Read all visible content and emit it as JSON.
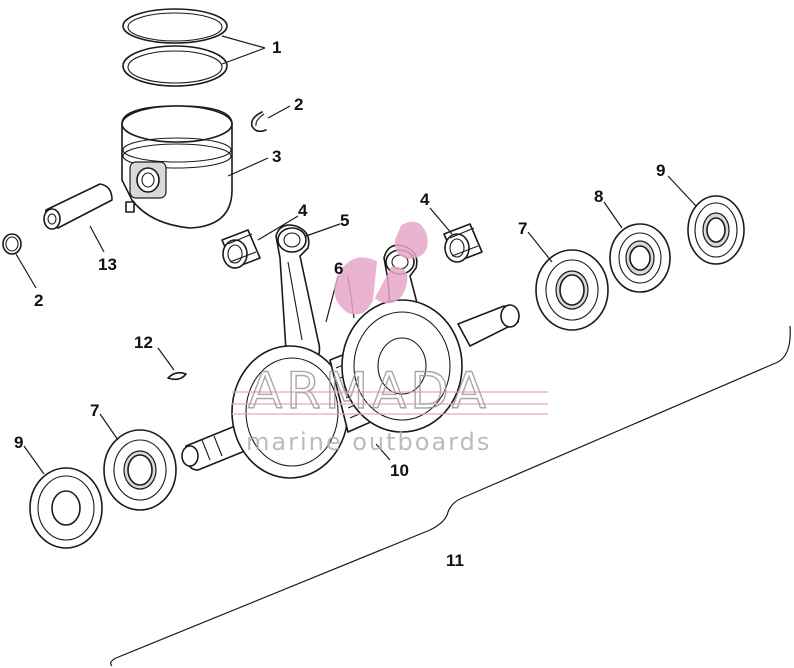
{
  "diagram": {
    "callouts": [
      {
        "id": "c1",
        "text": "1"
      },
      {
        "id": "c2a",
        "text": "2"
      },
      {
        "id": "c3",
        "text": "3"
      },
      {
        "id": "c2b",
        "text": "2"
      },
      {
        "id": "c13",
        "text": "13"
      },
      {
        "id": "c4a",
        "text": "4"
      },
      {
        "id": "c5",
        "text": "5"
      },
      {
        "id": "c4b",
        "text": "4"
      },
      {
        "id": "c6",
        "text": "6"
      },
      {
        "id": "c7a",
        "text": "7"
      },
      {
        "id": "c8",
        "text": "8"
      },
      {
        "id": "c9a",
        "text": "9"
      },
      {
        "id": "c12",
        "text": "12"
      },
      {
        "id": "c7b",
        "text": "7"
      },
      {
        "id": "c9b",
        "text": "9"
      },
      {
        "id": "c10",
        "text": "10"
      },
      {
        "id": "c11",
        "text": "11"
      }
    ]
  },
  "watermark": {
    "brand": "ARMADA",
    "tagline": "marine outboards",
    "color": "#e7a6c8"
  }
}
